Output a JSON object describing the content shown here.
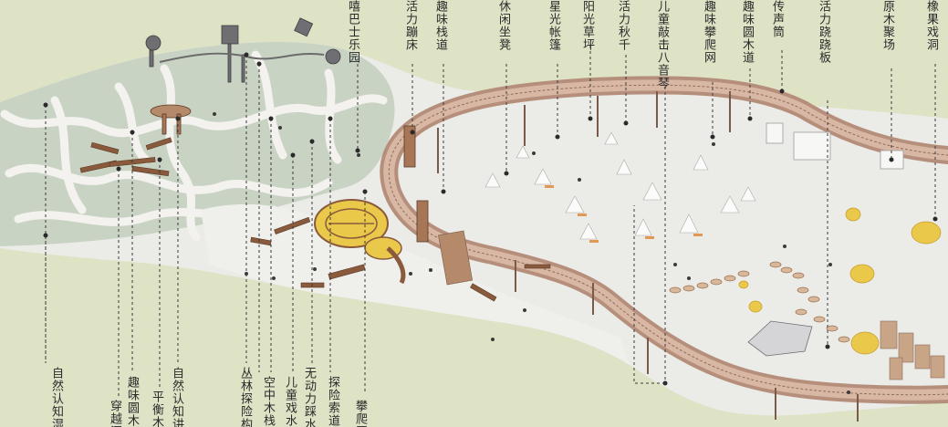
{
  "colors": {
    "background": "#dfe3c6",
    "ground": "#eaeae6",
    "wetland": "#c6d0c2",
    "path": "#f4f2ee",
    "walkway": "#c79f8a",
    "rail": "#8e6a58",
    "wood": "#8a5a3c",
    "accent_orange": "#e08a3c",
    "accent_yellow": "#e9c84a",
    "leader": "#3a3a3a"
  },
  "labels_top": [
    "嘻巴士乐园",
    "活力蹦床",
    "趣味栈道",
    "休闲坐凳",
    "星光帐篷",
    "阳光草坪",
    "活力秋千",
    "儿童敲击八音琴",
    "趣味攀爬网",
    "趣味圆木道",
    "传声筒",
    "活力跷跷板",
    "原木聚场",
    "橡果戏洞"
  ],
  "labels_bottom": [
    "自然认知湿地",
    "穿越洞",
    "趣味圆木道",
    "平衡木",
    "自然认知讲堂",
    "丛林探险构架",
    "空中木栈道",
    "儿童戏水池",
    "无动力踩水车",
    "探险索道",
    "攀爬网"
  ]
}
